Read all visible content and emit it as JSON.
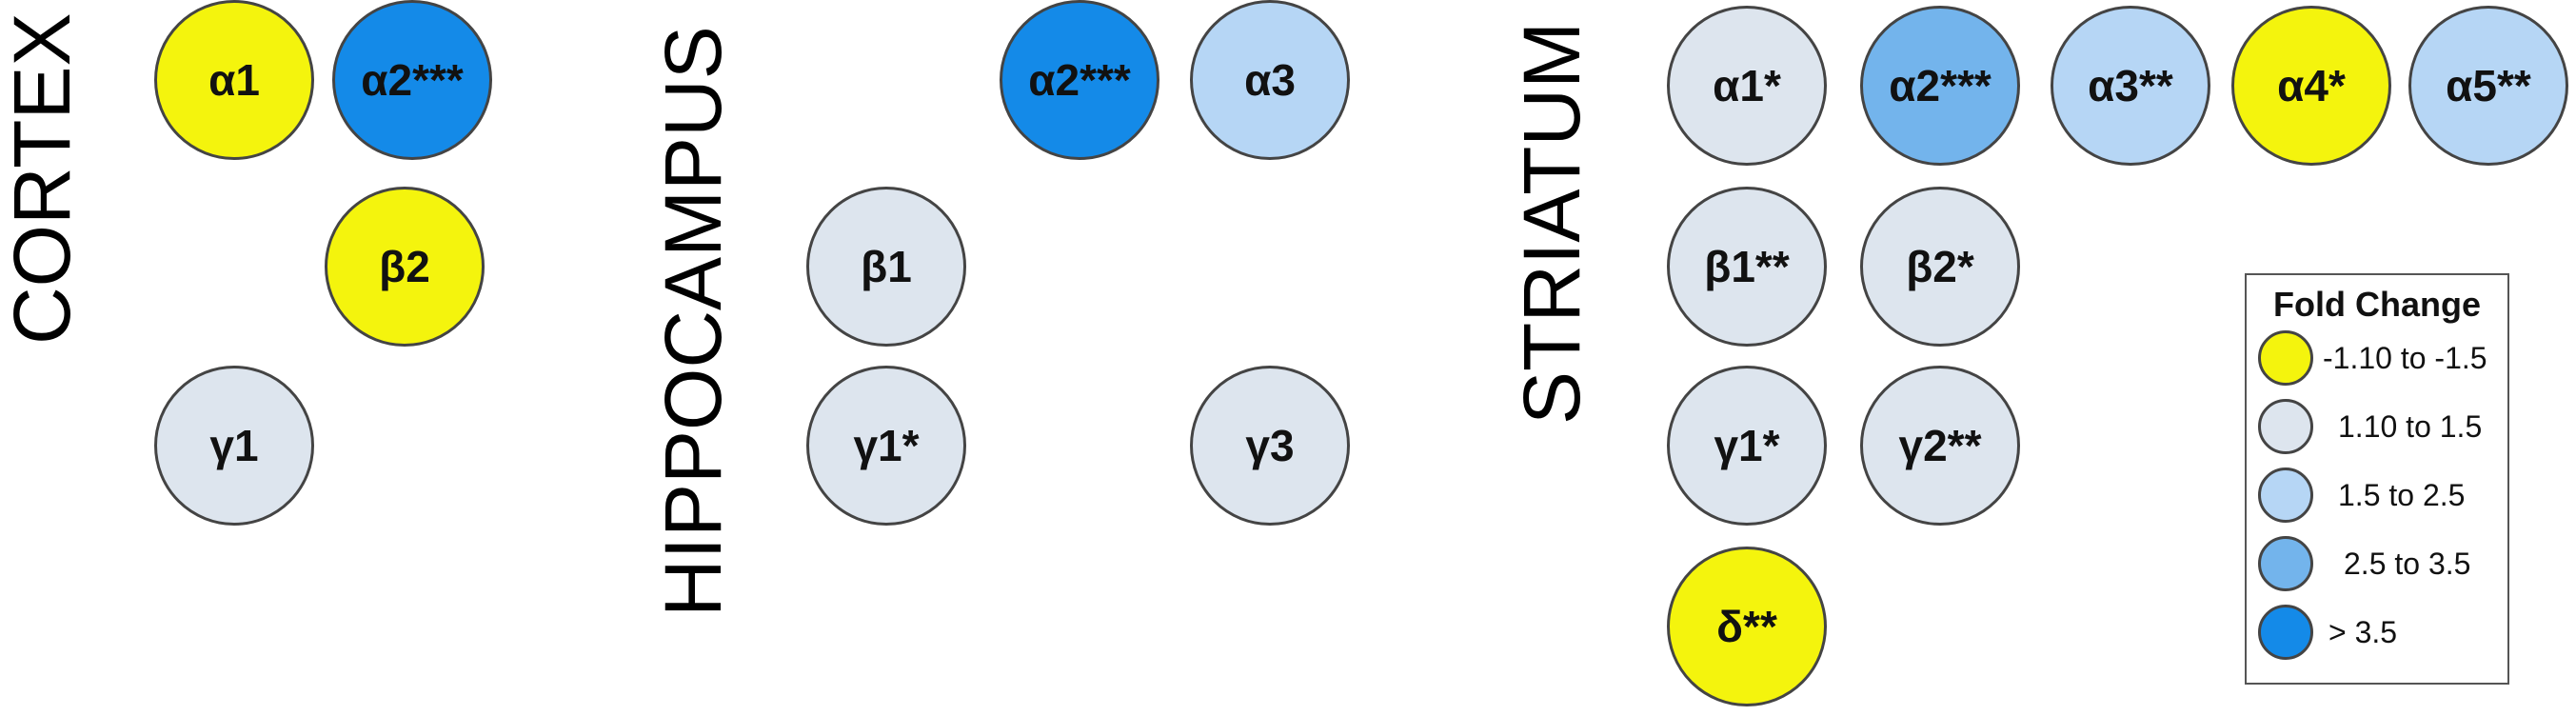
{
  "colors": {
    "neg_1_10_to_1_5": "#f4f40d",
    "pos_1_10_to_1_5": "#dde5ee",
    "pos_1_5_to_2_5": "#b6d6f5",
    "pos_2_5_to_3_5": "#73b4ec",
    "pos_gt_3_5": "#148ae8"
  },
  "regions": {
    "cortex": {
      "label": "CORTEX",
      "alpha1": "α1",
      "alpha2": "α2***",
      "beta2": "β2",
      "gamma1": "γ1"
    },
    "hippocampus": {
      "label": "HIPPOCAMPUS",
      "alpha2": "α2***",
      "alpha3": "α3",
      "beta1": "β1",
      "gamma1": "γ1*",
      "gamma3": "γ3"
    },
    "striatum": {
      "label": "STRIATUM",
      "alpha1": "α1*",
      "alpha2": "α2***",
      "alpha3": "α3**",
      "alpha4": "α4*",
      "alpha5": "α5**",
      "beta1": "β1**",
      "beta2": "β2*",
      "gamma1": "γ1*",
      "gamma2": "γ2**",
      "delta": "δ**"
    }
  },
  "legend": {
    "title": "Fold Change",
    "items": [
      {
        "label": "-1.10 to -1.5"
      },
      {
        "label": "1.10 to 1.5"
      },
      {
        "label": "1.5 to 2.5"
      },
      {
        "label": "2.5 to 3.5"
      },
      {
        "label": "> 3.5"
      }
    ]
  }
}
